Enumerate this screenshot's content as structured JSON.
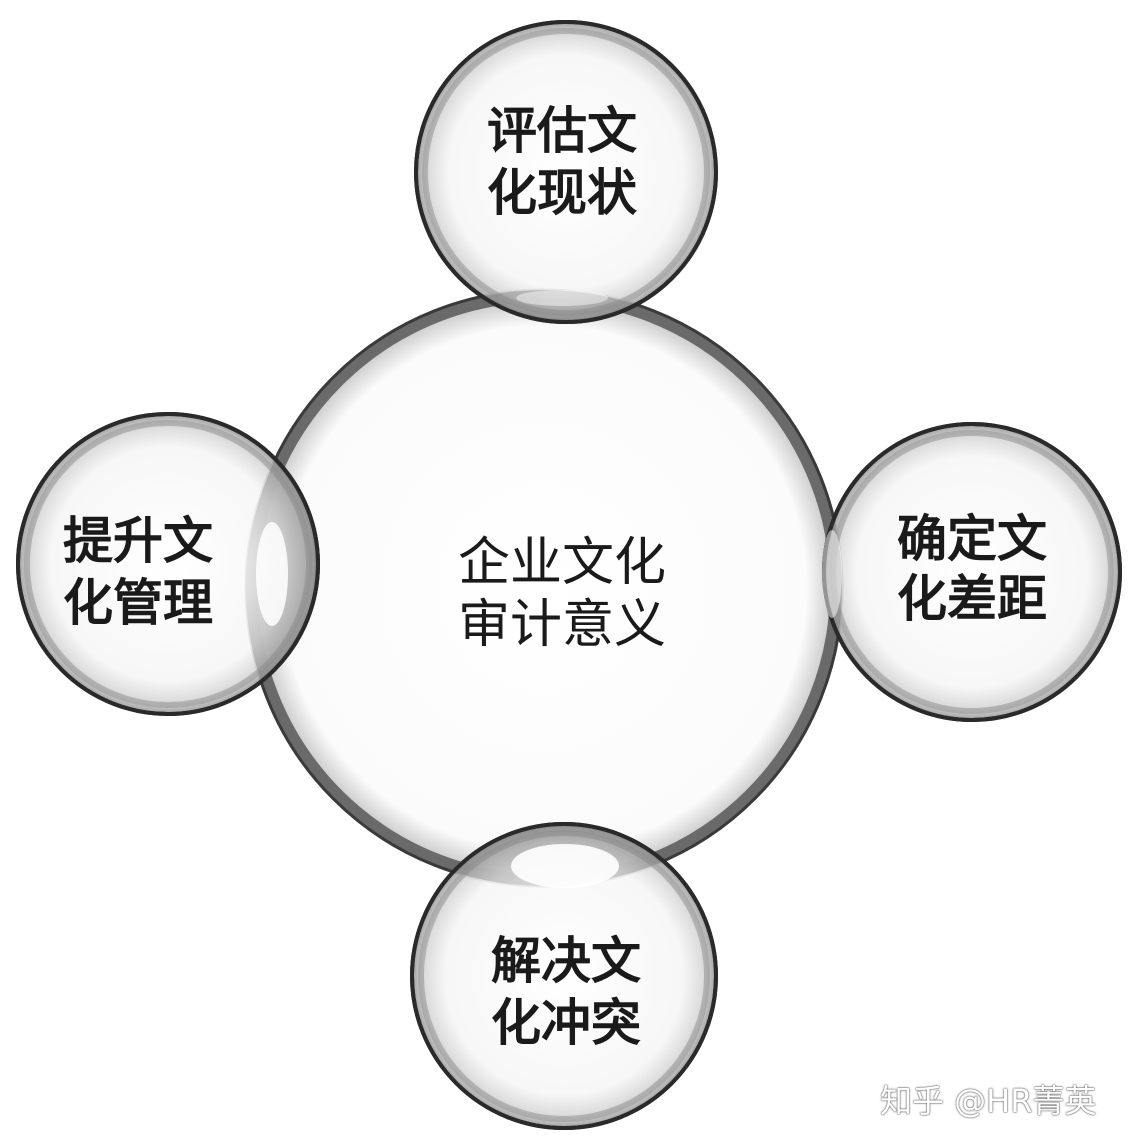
{
  "center": {
    "line1": "企业文化",
    "line2": "审计意义"
  },
  "nodes": {
    "top": {
      "line1": "评估文",
      "line2": "化现状"
    },
    "right": {
      "line1": "确定文",
      "line2": "化差距"
    },
    "bottom": {
      "line1": "解决文",
      "line2": "化冲突"
    },
    "left": {
      "line1": "提升文",
      "line2": "化管理"
    }
  },
  "watermark": "知乎 @HR菁英",
  "colors": {
    "ring": "#5a5a5a",
    "overlap": "#8a8a8a",
    "text": "#1a1a1a"
  }
}
